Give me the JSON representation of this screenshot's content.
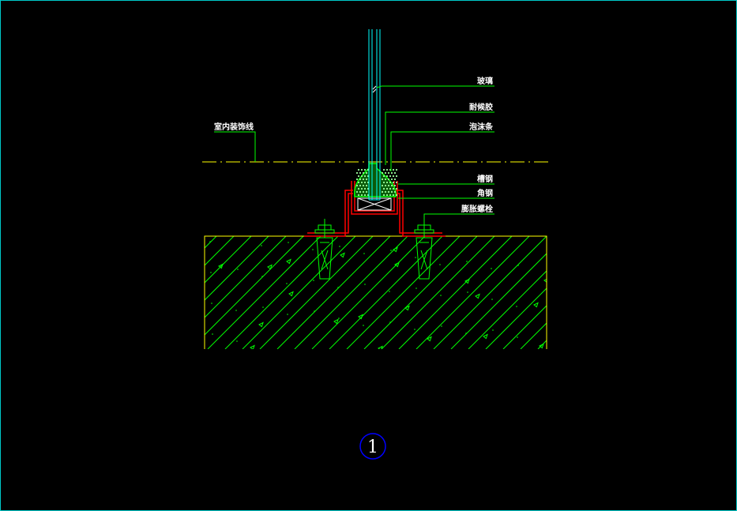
{
  "drawing": {
    "labels": {
      "glass": "玻璃",
      "structural_sealant": "耐候胶",
      "foam_strip": "泡沫条",
      "channel_steel": "槽钢",
      "angle_steel": "角钢",
      "expansion_bolt": "膨胀螺栓",
      "interior_finish_line": "室内装饰线"
    },
    "detail_number": "1",
    "colors": {
      "leader": "#00ff00",
      "concrete_hatch": "#00ff00",
      "concrete_outline": "#ffff00",
      "steel": "#ff0000",
      "glass": "#00ffff",
      "centerline": "#ffff00",
      "detail_circle": "#0000ff",
      "frame": "#00c8c8"
    }
  }
}
